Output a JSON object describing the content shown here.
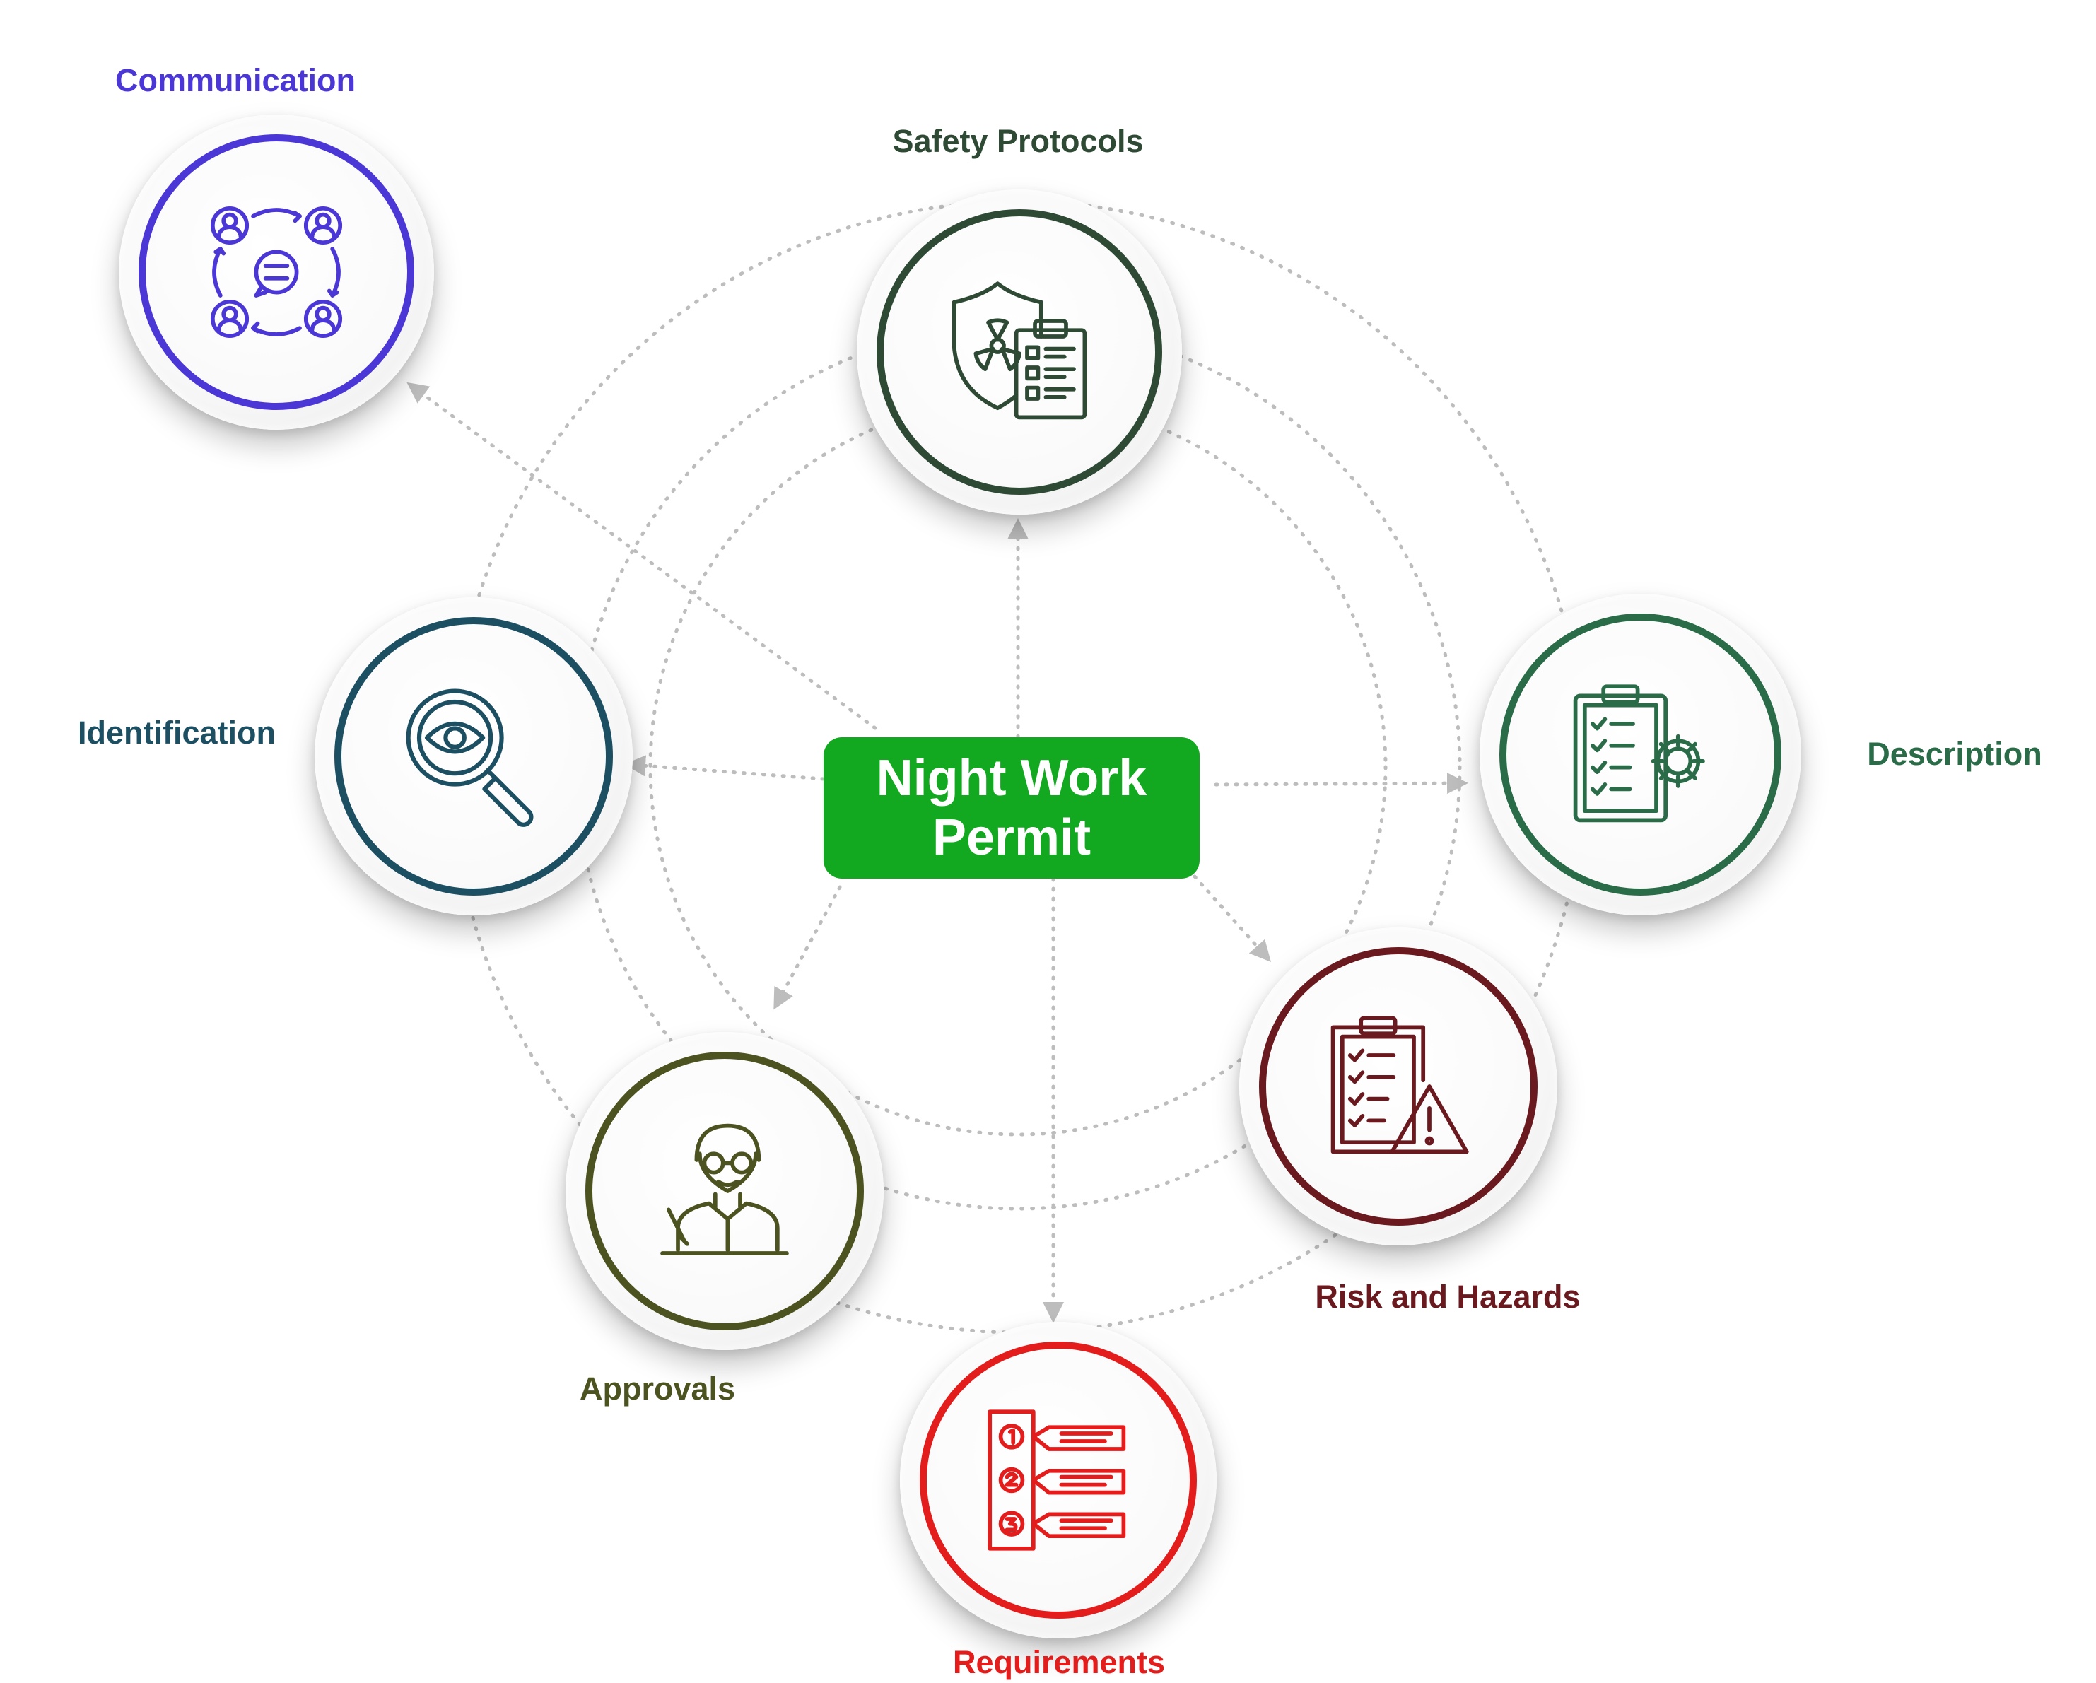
{
  "center": {
    "line1": "Night Work",
    "line2": "Permit",
    "color": "#12a81f"
  },
  "nodes": {
    "communication": {
      "label": "Communication",
      "color": "#4b36d6",
      "icon": "people-discussion-icon"
    },
    "safety": {
      "label": "Safety Protocols",
      "color": "#2e4a34",
      "icon": "shield-clipboard-icon"
    },
    "identification": {
      "label": "Identification",
      "color": "#1d4f63",
      "icon": "magnifier-eye-icon"
    },
    "description": {
      "label": "Description",
      "color": "#2a6b48",
      "icon": "clipboard-gear-icon"
    },
    "approvals": {
      "label": "Approvals",
      "color": "#4d5320",
      "icon": "person-signing-icon"
    },
    "risk": {
      "label": "Risk and Hazards",
      "color": "#6a1a1f",
      "icon": "checklist-warning-icon"
    },
    "requirements": {
      "label": "Requirements",
      "color": "#e31c1c",
      "icon": "numbered-list-icon"
    }
  },
  "connector_color": "#b8b8b8"
}
